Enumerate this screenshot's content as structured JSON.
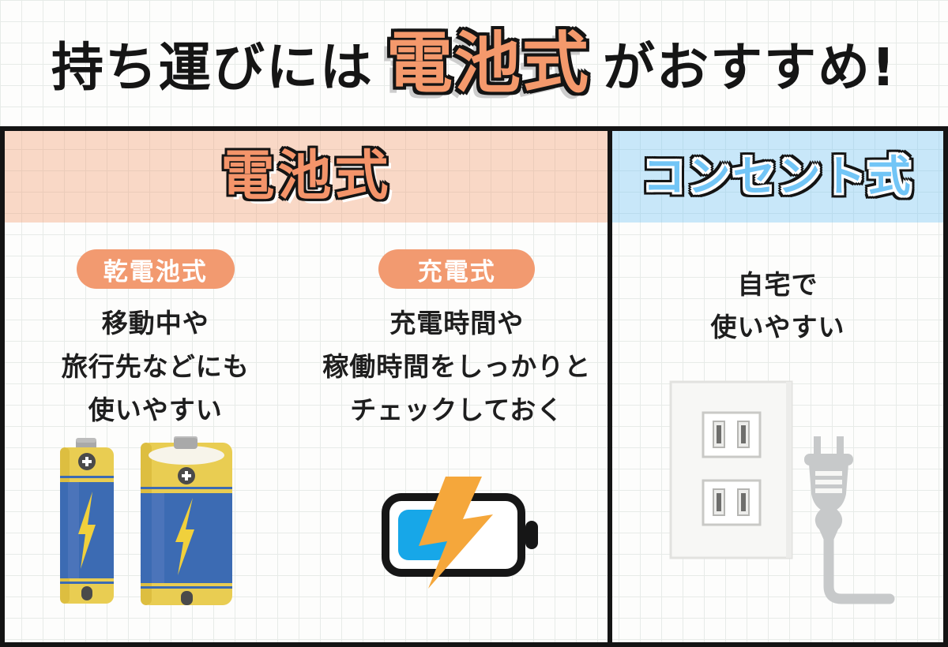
{
  "title": {
    "prefix": "持ち運びには",
    "highlight": "電池式",
    "suffix": "がおすすめ!"
  },
  "colors": {
    "accent_orange": "#F4996C",
    "accent_blue": "#72C5F6",
    "badge_orange": "#F29A70",
    "header_pink_bg": "#FADCCB",
    "header_blue_bg": "#D5EAF9",
    "frame_black": "#141414",
    "battery_yellow": "#E9CD52",
    "battery_blue": "#3C6BB3",
    "bolt_yellow": "#F0D03C",
    "charge_blue": "#17A7E8",
    "charge_bolt_orange": "#F5A73B",
    "plug_gray": "#C7C9CA"
  },
  "battery_panel": {
    "header": "電池式",
    "dry": {
      "badge": "乾電池式",
      "lines": [
        "移動中や",
        "旅行先などにも",
        "使いやすい"
      ]
    },
    "rechargeable": {
      "badge": "充電式",
      "lines": [
        "充電時間や",
        "稼働時間をしっかりと",
        "チェックしておく"
      ]
    }
  },
  "outlet_panel": {
    "header": "コンセント式",
    "lines": [
      "自宅で",
      "使いやすい"
    ]
  },
  "icons": {
    "dry_batteries": "dry-cell-batteries-illustration",
    "charging_battery": "charging-battery-bolt-icon",
    "outlet_plug": "wall-outlet-and-plug-illustration"
  }
}
